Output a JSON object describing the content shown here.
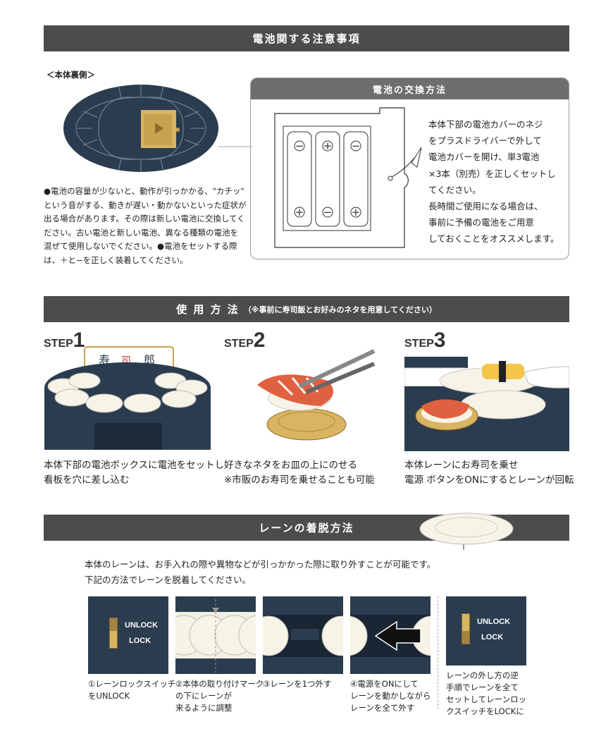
{
  "battery_section": {
    "title": "電池関する注意事項",
    "back_label": "＜本体裏側＞",
    "warning_lines": [
      "●電池の容量が少ないと、動作が引っかかる、\"カチッ\"",
      "という音がする、動きが遅い・動かないといった症状が",
      "出る場合があります。その際は新しい電池に交換してく",
      "ださい。古い電池と新しい電池、異なる種類の電池を",
      "混ぜて使用しないでください。●電池をセットする際",
      "は、＋と−を正しく装着してください。"
    ],
    "exchange": {
      "title": "電池の交換方法",
      "lines": [
        "本体下部の電池カバーのネジ",
        "をプラスドライバーで外して",
        "電池カバーを開け、単3電池",
        "×3本（別売）を正しくセットし",
        "てください。",
        "長時間ご使用になる場合は、",
        "事前に予備の電池をご用意",
        "しておくことをオススメします。"
      ]
    }
  },
  "usage_section": {
    "title": "使 用 方 法",
    "subtitle": "（※事前に寿司飯とお好みのネタを用意してください）",
    "steps": [
      {
        "prefix": "STEP",
        "num": "1",
        "lines": [
          "本体下部の電池ボックスに電池をセットし",
          "看板を穴に差し込む"
        ]
      },
      {
        "prefix": "STEP",
        "num": "2",
        "lines": [
          "好きなネタをお皿の上にのせる",
          "※市販のお寿司を乗せることも可能"
        ]
      },
      {
        "prefix": "STEP",
        "num": "3",
        "lines": [
          "本体レーンにお寿司を乗せ",
          "電源 ボタンをONにするとレーンが回転"
        ]
      }
    ]
  },
  "lane_section": {
    "title": "レーンの着脱方法",
    "intro": [
      "本体のレーンは、お手入れの際や異物などが引っかかった際に取り外すことが可能です。",
      "下記の方法でレーンを脱着してください。"
    ],
    "panels": [
      {
        "unlock": "UNLOCK",
        "lock": "LOCK",
        "caption": [
          "①レーンロックスイッチ",
          "をUNLOCK"
        ]
      },
      {
        "caption": [
          "②本体の取り付けマーク",
          "の下にレーンが",
          "来るように調整"
        ]
      },
      {
        "caption": [
          "③レーンを1つ外す"
        ]
      },
      {
        "caption": [
          "④電源をONにして",
          "レーンを動かしながら",
          "レーンを全て外す"
        ]
      },
      {
        "unlock": "UNLOCK",
        "lock": "LOCK",
        "caption": [
          "レーンの外し方の逆",
          "手順でレーンを全て",
          "セットしてレーンロッ",
          "クスイッチをLOCKに"
        ]
      }
    ]
  },
  "colors": {
    "band": "#4c4c4c",
    "navy": "#2b3c4f",
    "gold": "#d9b461",
    "plate": "#f7f3e6"
  }
}
